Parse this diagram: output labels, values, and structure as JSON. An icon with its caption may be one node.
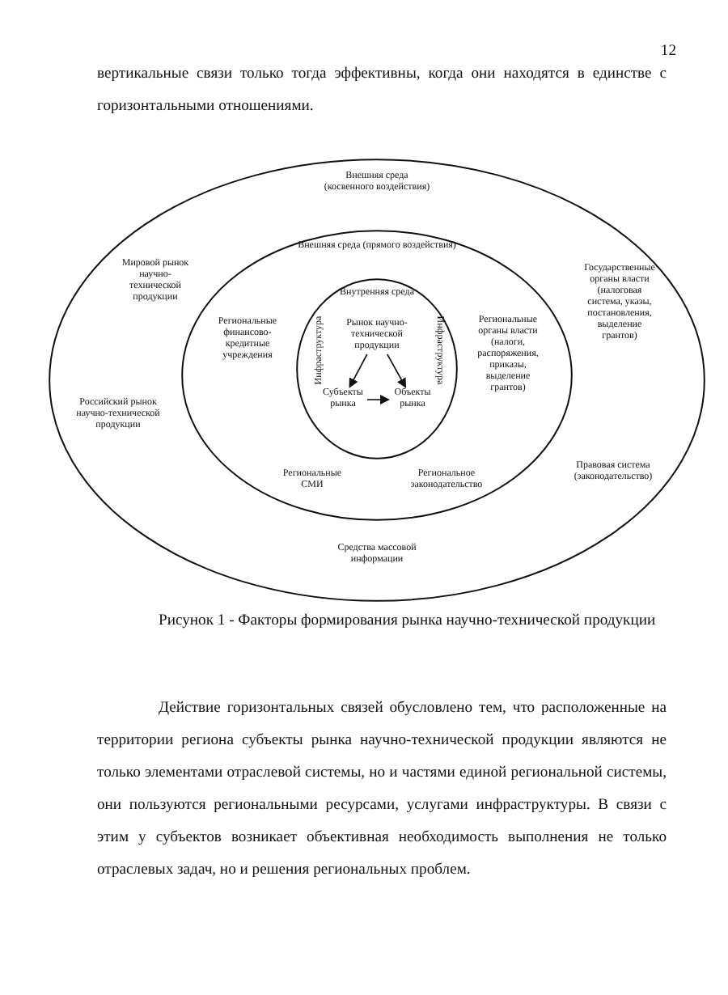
{
  "diagram": {
    "caption": "Рисунок 1 - Факторы формирования рынка научно-технической продукции",
    "nodes": [
      {
        "text": [
          "Внешняя среда (косвенного воздействия)",
          "Мировой рынок научно-технической продукции",
          "Государственные органы власти (налоговая система, указы, постановления, выделение грантов)",
          "Российский рынок научно-технической продукции",
          "Правовая система (законодательство)",
          "Средства массовой информации"
        ]
      },
      {
        "text": [
          "Внешняя среда (прямого воздействия)",
          "Региональные финансово-кредитные учреждения",
          "Региональные органы власти (налоги, распоряжения, приказы, выделение грантов)",
          "Региональные СМИ",
          "Региональное законодательство"
        ],
        "in": 0
      },
      {
        "text": [
          "Внутренняя среда",
          "Инфраструктура",
          "Инфраструктура"
        ],
        "in": 1
      },
      {
        "text": [
          "Рынок научно-технической продукции"
        ],
        "in": 2
      },
      {
        "text": [
          "Субъекты рынка"
        ],
        "in": 2
      },
      {
        "text": [
          "Объекты рынка"
        ],
        "in": 2
      }
    ],
    "edges": [
      {
        "from": 3,
        "to": 4,
        "arrow": "to"
      },
      {
        "from": 3,
        "to": 5,
        "arrow": "to"
      },
      {
        "from": 4,
        "to": 5,
        "arrow": "to"
      }
    ],
    "labels": [
      "12",
      "вертикальные связи только тогда эффективны, когда они находятся в единстве с горизонтальными отношениями.",
      "Действие горизонтальных связей обусловлено тем, что расположенные на территории региона субъекты рынка научно-технической продукции являются не только элементами отраслевой системы, но и частями единой региональной системы, они пользуются региональными ресурсами, услугами инфраструктуры. В связи с этим у субъектов возникает объективная необходимость выполнения не только отраслевых задач, но и решения региональных проблем."
    ]
  }
}
